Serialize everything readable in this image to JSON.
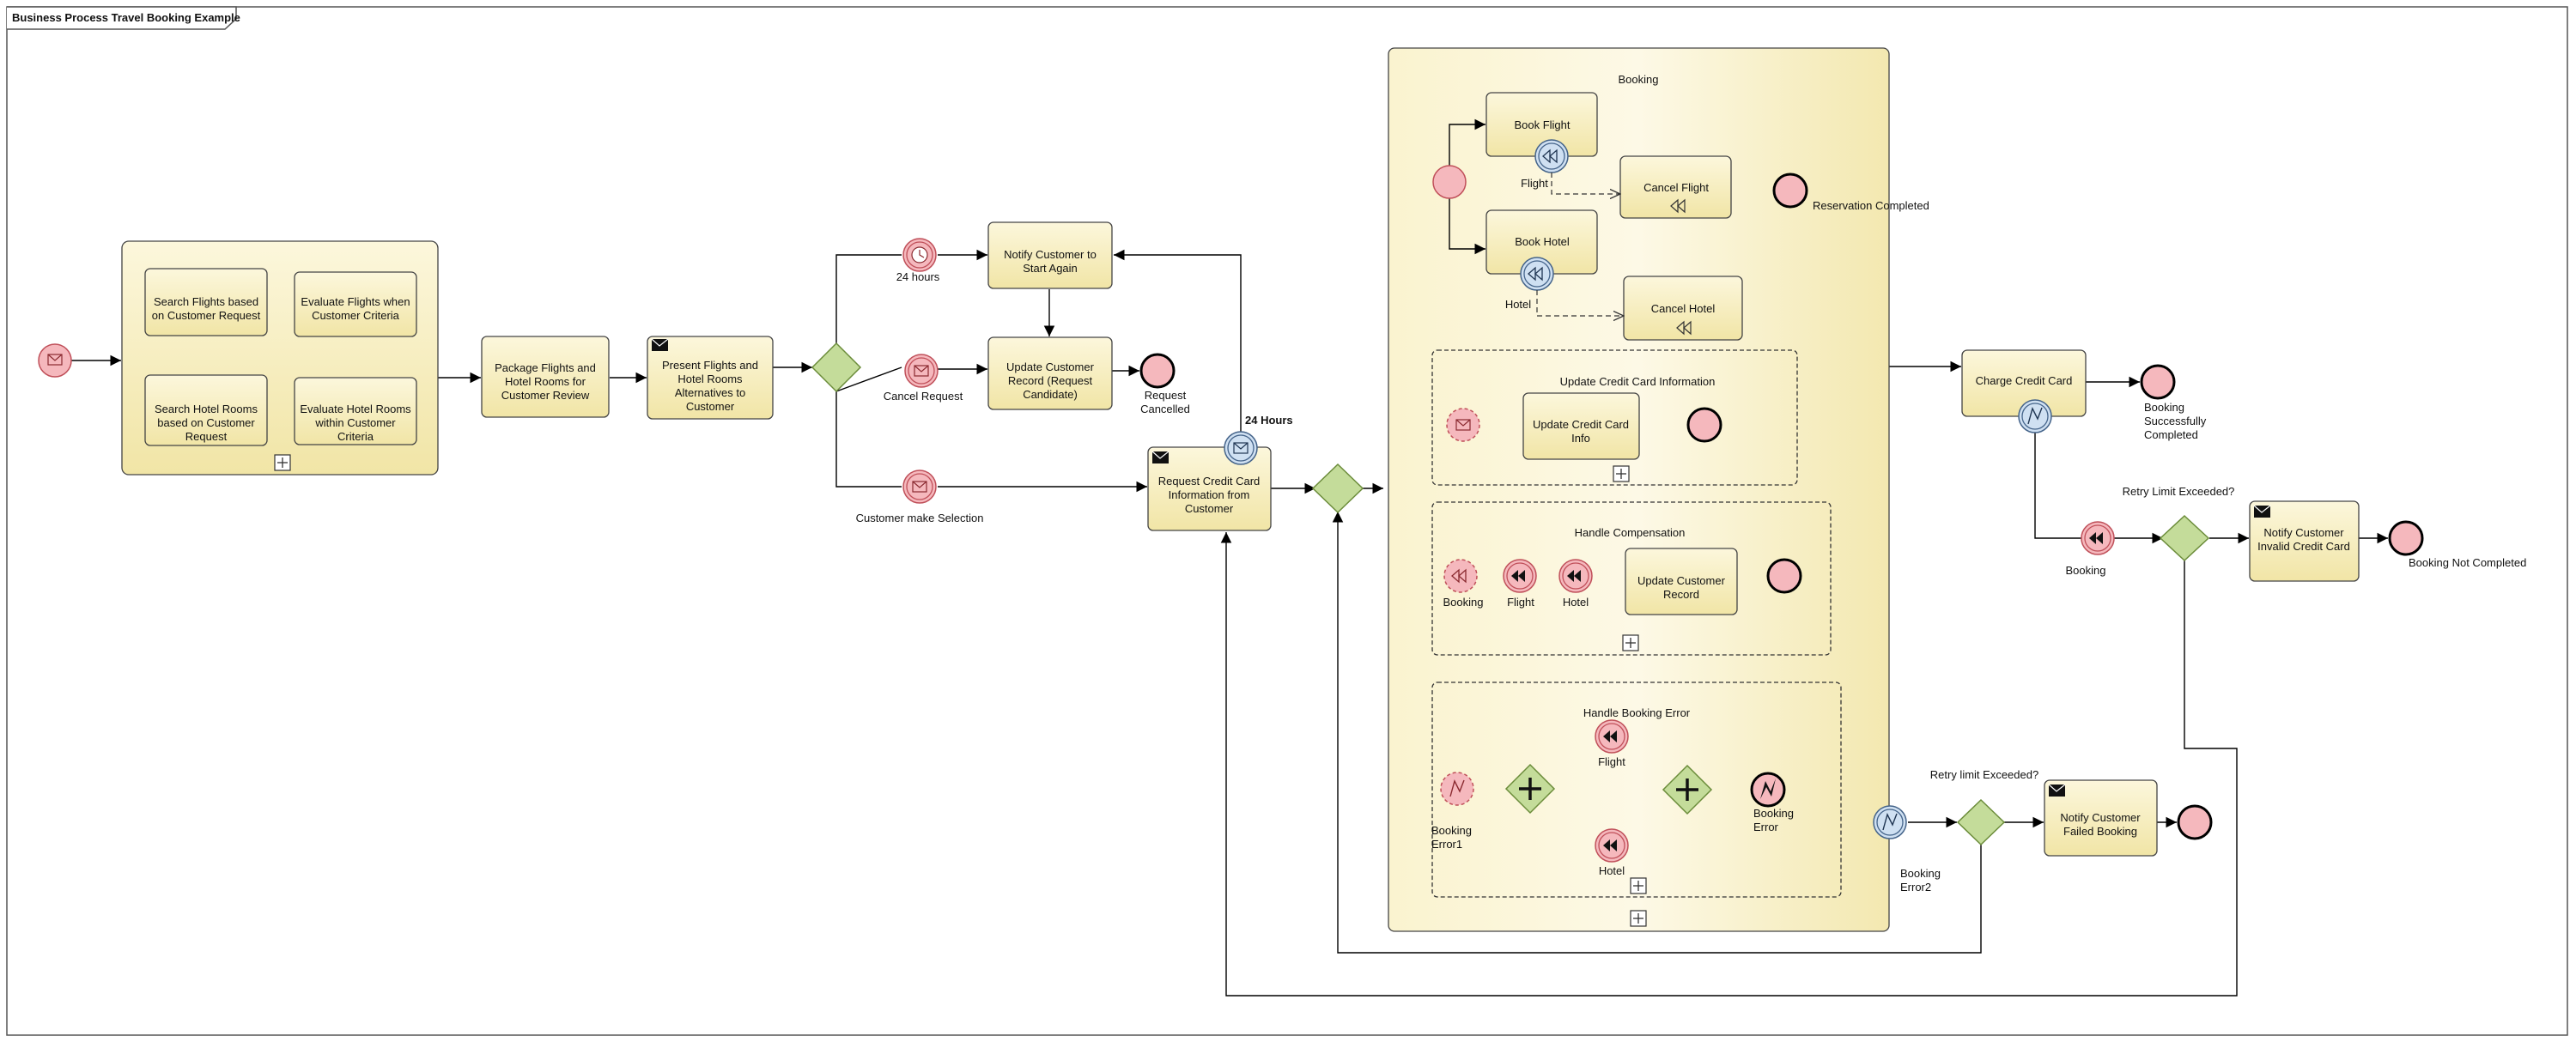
{
  "diagram": {
    "title": "Business Process Travel Booking Example",
    "colors": {
      "task_fill": "#f8f0c0",
      "task_stroke": "#444444",
      "event_fill": "#f5b8bd",
      "event_stroke": "#c0505a",
      "boundary_fill": "#cfe0f2",
      "boundary_stroke": "#45648a",
      "gateway_fill": "#c4dc9a",
      "gateway_stroke": "#6b8c3a"
    },
    "tasks": {
      "search_flights": "Search Flights based on Customer Request",
      "evaluate_flights": "Evaluate Flights when Customer Criteria",
      "search_hotels": "Search Hotel Rooms based on Customer Request",
      "evaluate_hotels": "Evaluate Hotel Rooms within Customer Criteria",
      "package": "Package Flights and Hotel Rooms for Customer Review",
      "present": "Present Flights and Hotel Rooms Alternatives to Customer",
      "notify_start_again": "Notify Customer to Start Again",
      "update_record_candidate": "Update Customer Record (Request Candidate)",
      "request_cc": "Request Credit Card Information from Customer",
      "book_flight": "Book Flight",
      "book_hotel": "Book Hotel",
      "cancel_flight": "Cancel Flight",
      "cancel_hotel": "Cancel Hotel",
      "update_cc_info": "Update Credit Card Info",
      "update_customer_record": "Update Customer Record",
      "charge_cc": "Charge Credit Card",
      "notify_invalid_cc": "Notify Customer Invalid Credit Card",
      "notify_failed_booking": "Notify Customer Failed Booking"
    },
    "subprocesses": {
      "booking": "Booking",
      "update_cc": "Update Credit Card Information",
      "handle_compensation": "Handle Compensation",
      "handle_booking_error": "Handle Booking Error"
    },
    "labels": {
      "hours_24": "24 hours",
      "cancel_request": "Cancel Request",
      "customer_selection": "Customer make Selection",
      "request_cancelled": "Request Cancelled",
      "hours_24_b": "24 Hours",
      "flight": "Flight",
      "hotel": "Hotel",
      "reservation_completed": "Reservation Completed",
      "booking": "Booking",
      "booking_error1": "Booking Error1",
      "booking_error": "Booking Error",
      "booking_error2": "Booking Error2",
      "booking_success": "Booking Successfully Completed",
      "retry_limit_1": "Retry Limit Exceeded?",
      "retry_limit_2": "Retry limit Exceeded?",
      "booking_not_completed": "Booking Not Completed"
    }
  }
}
